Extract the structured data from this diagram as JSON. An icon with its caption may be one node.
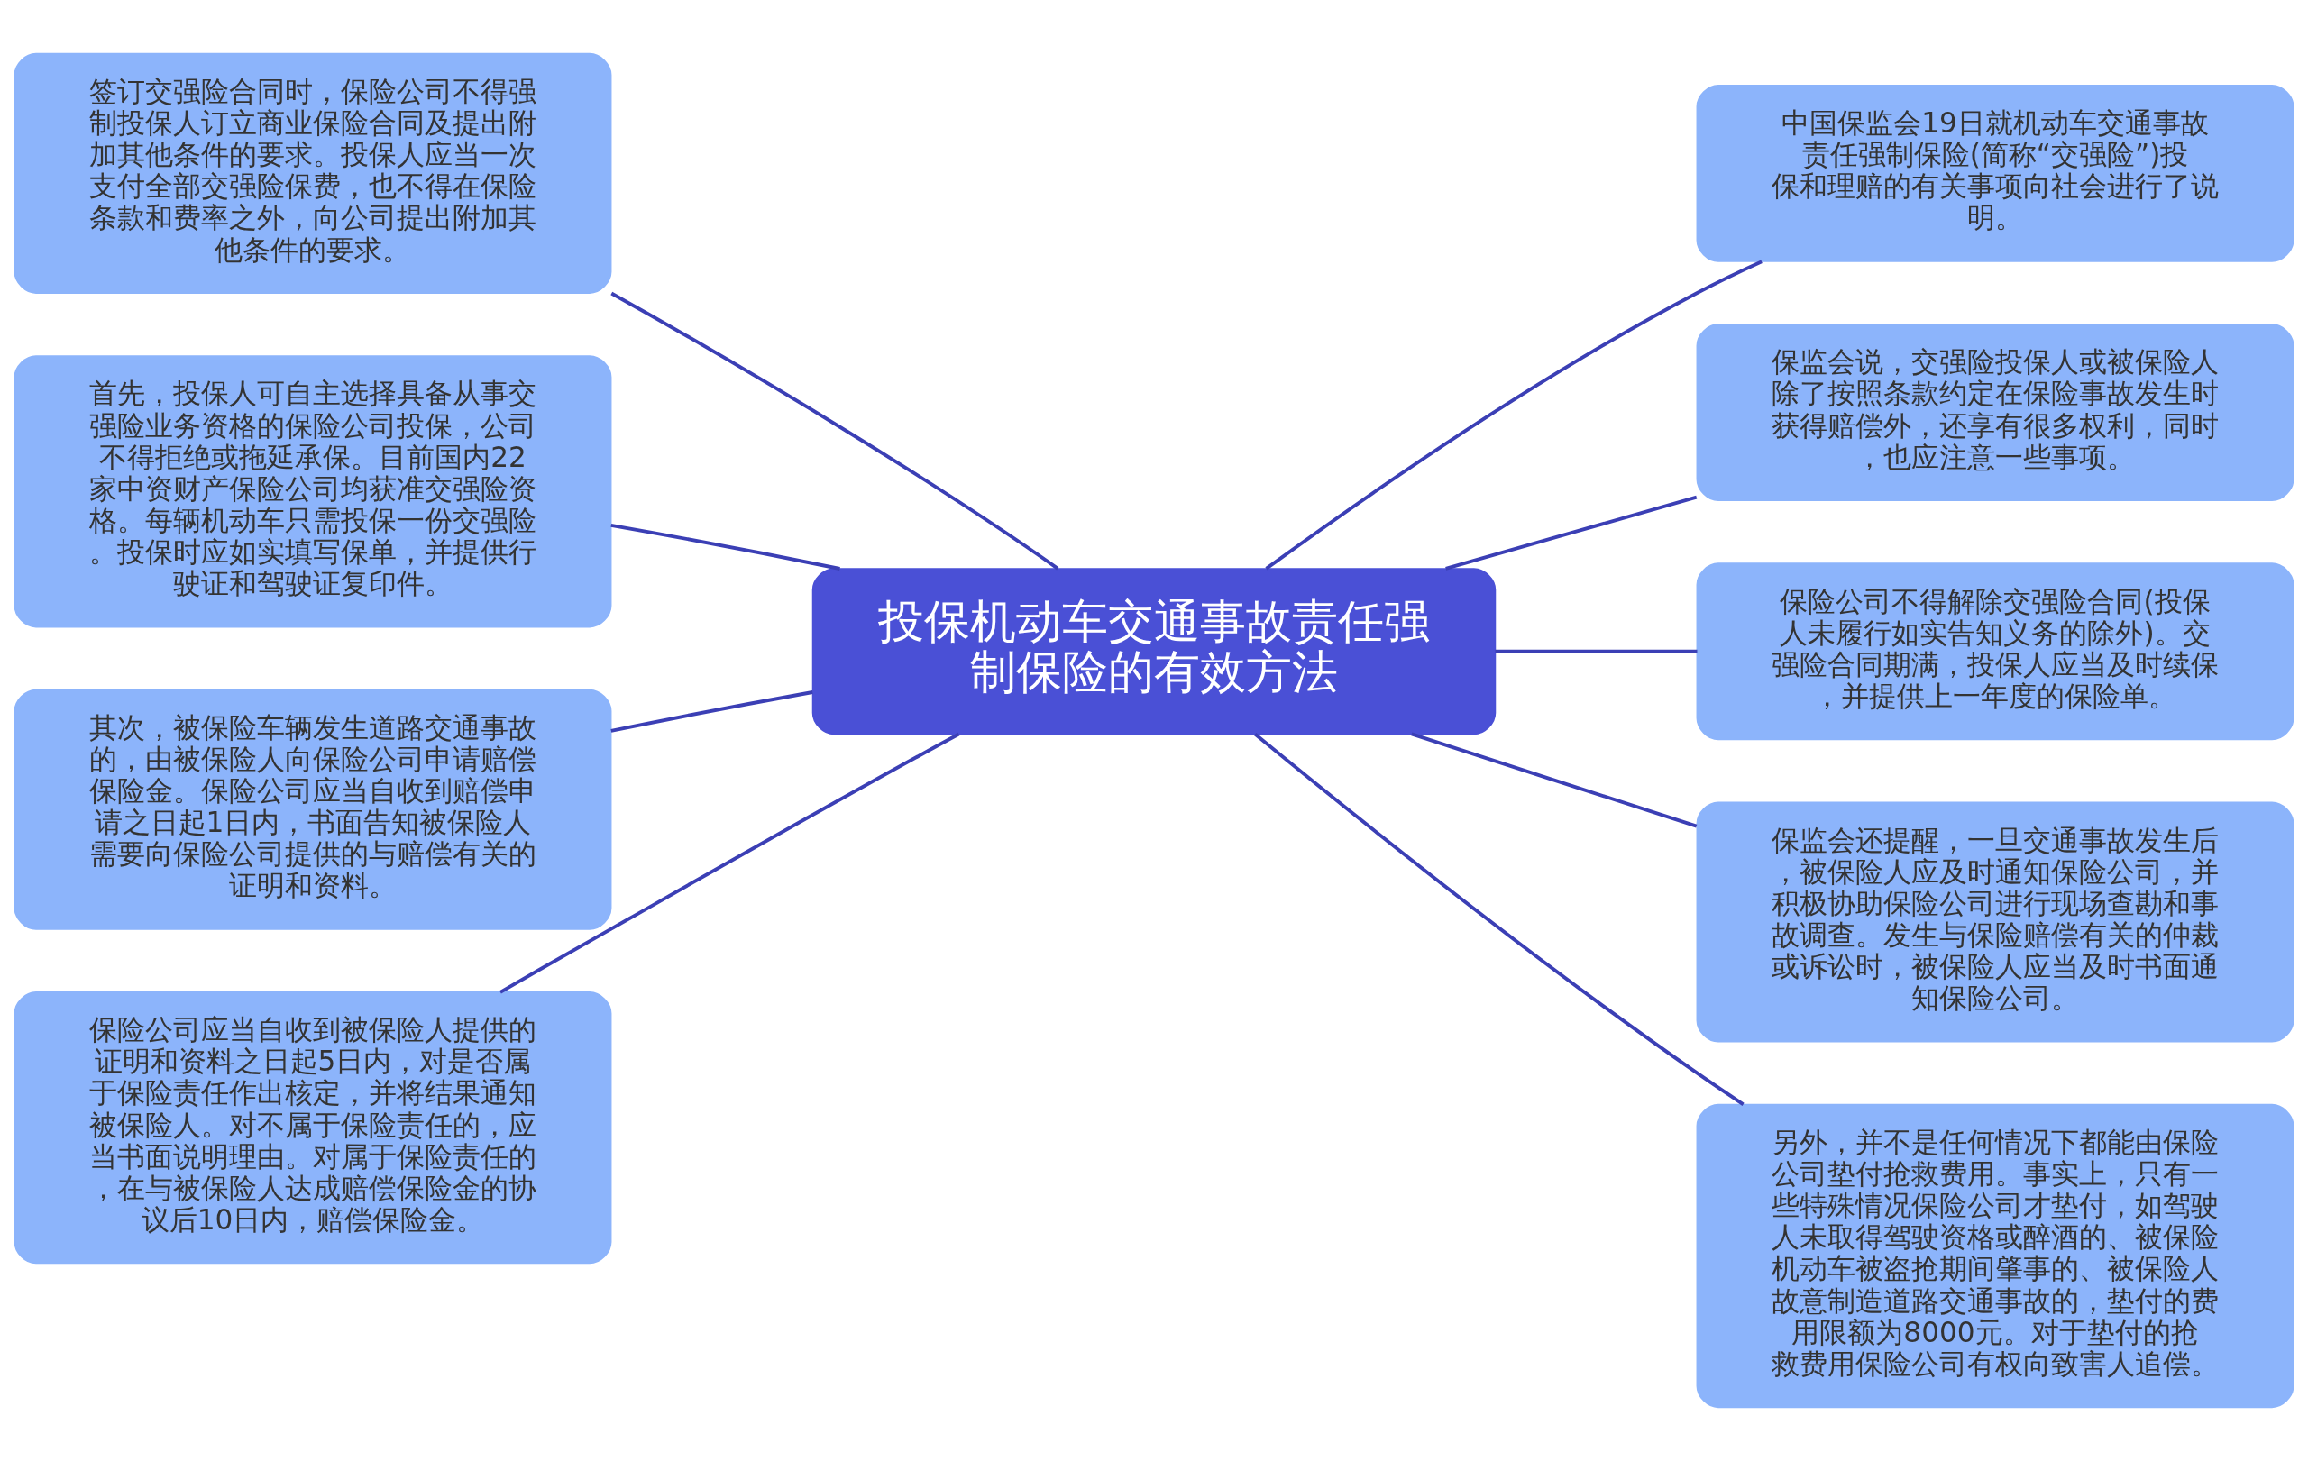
{
  "diagram": {
    "nodes": [
      {
        "text": [
          "投保机动车交通事故责任强制保险的有效方法"
        ]
      },
      {
        "text": [
          "签订交强险合同时，保险公司不得强制投保人订立商业保险合同及提出附加其他条件的要求。投保人应当一次支付全部交强险保费，也不得在保险条款和费率之外，向公司提出附加其他条件的要求。"
        ]
      },
      {
        "text": [
          "首先，投保人可自主选择具备从事交强险业务资格的保险公司投保，公司不得拒绝或拖延承保。目前国内22家中资财产保险公司均获准交强险资格。每辆机动车只需投保一份交强险。投保时应如实填写保单，并提供行驶证和驾驶证复印件。"
        ]
      },
      {
        "text": [
          "其次，被保险车辆发生道路交通事故的，由被保险人向保险公司申请赔偿保险金。保险公司应当自收到赔偿申请之日起1日内，书面告知被保险人需要向保险公司提供的与赔偿有关的证明和资料。"
        ]
      },
      {
        "text": [
          "保险公司应当自收到被保险人提供的证明和资料之日起5日内，对是否属于保险责任作出核定，并将结果通知被保险人。对不属于保险责任的，应当书面说明理由。对属于保险责任的，在与被保险人达成赔偿保险金的协议后10日内，赔偿保险金。"
        ]
      },
      {
        "text": [
          "中国保监会19日就机动车交通事故责任强制保险(简称“交强险”)投保和理赔的有关事项向社会进行了说明。"
        ]
      },
      {
        "text": [
          "保监会说，交强险投保人或被保险人除了按照条款约定在保险事故发生时获得赔偿外，还享有很多权利，同时，也应注意一些事项。"
        ]
      },
      {
        "text": [
          "保险公司不得解除交强险合同(投保人未履行如实告知义务的除外)。交强险合同期满，投保人应当及时续保，并提供上一年度的保险单。"
        ]
      },
      {
        "text": [
          "保监会还提醒，一旦交通事故发生后，被保险人应及时通知保险公司，并积极协助保险公司进行现场查勘和事故调查。发生与保险赔偿有关的仲裁或诉讼时，被保险人应当及时书面通知保险公司。"
        ]
      },
      {
        "text": [
          "另外，并不是任何情况下都能由保险公司垫付抢救费用。事实上，只有一些特殊情况保险公司才垫付，如驾驶人未取得驾驶资格或醉酒的、被保险机动车被盗抢期间肇事的、被保险人故意制造道路交通事故的，垫付的费用限额为8000元。对于垫付的抢救费用保险公司有权向致害人追偿。"
        ]
      }
    ],
    "edges": [
      {
        "from": 0,
        "to": 1,
        "arrow": "none"
      },
      {
        "from": 0,
        "to": 2,
        "arrow": "none"
      },
      {
        "from": 0,
        "to": 3,
        "arrow": "none"
      },
      {
        "from": 0,
        "to": 4,
        "arrow": "none"
      },
      {
        "from": 0,
        "to": 5,
        "arrow": "none"
      },
      {
        "from": 0,
        "to": 6,
        "arrow": "none"
      },
      {
        "from": 0,
        "to": 7,
        "arrow": "none"
      },
      {
        "from": 0,
        "to": 8,
        "arrow": "none"
      },
      {
        "from": 0,
        "to": 9,
        "arrow": "none"
      }
    ]
  }
}
